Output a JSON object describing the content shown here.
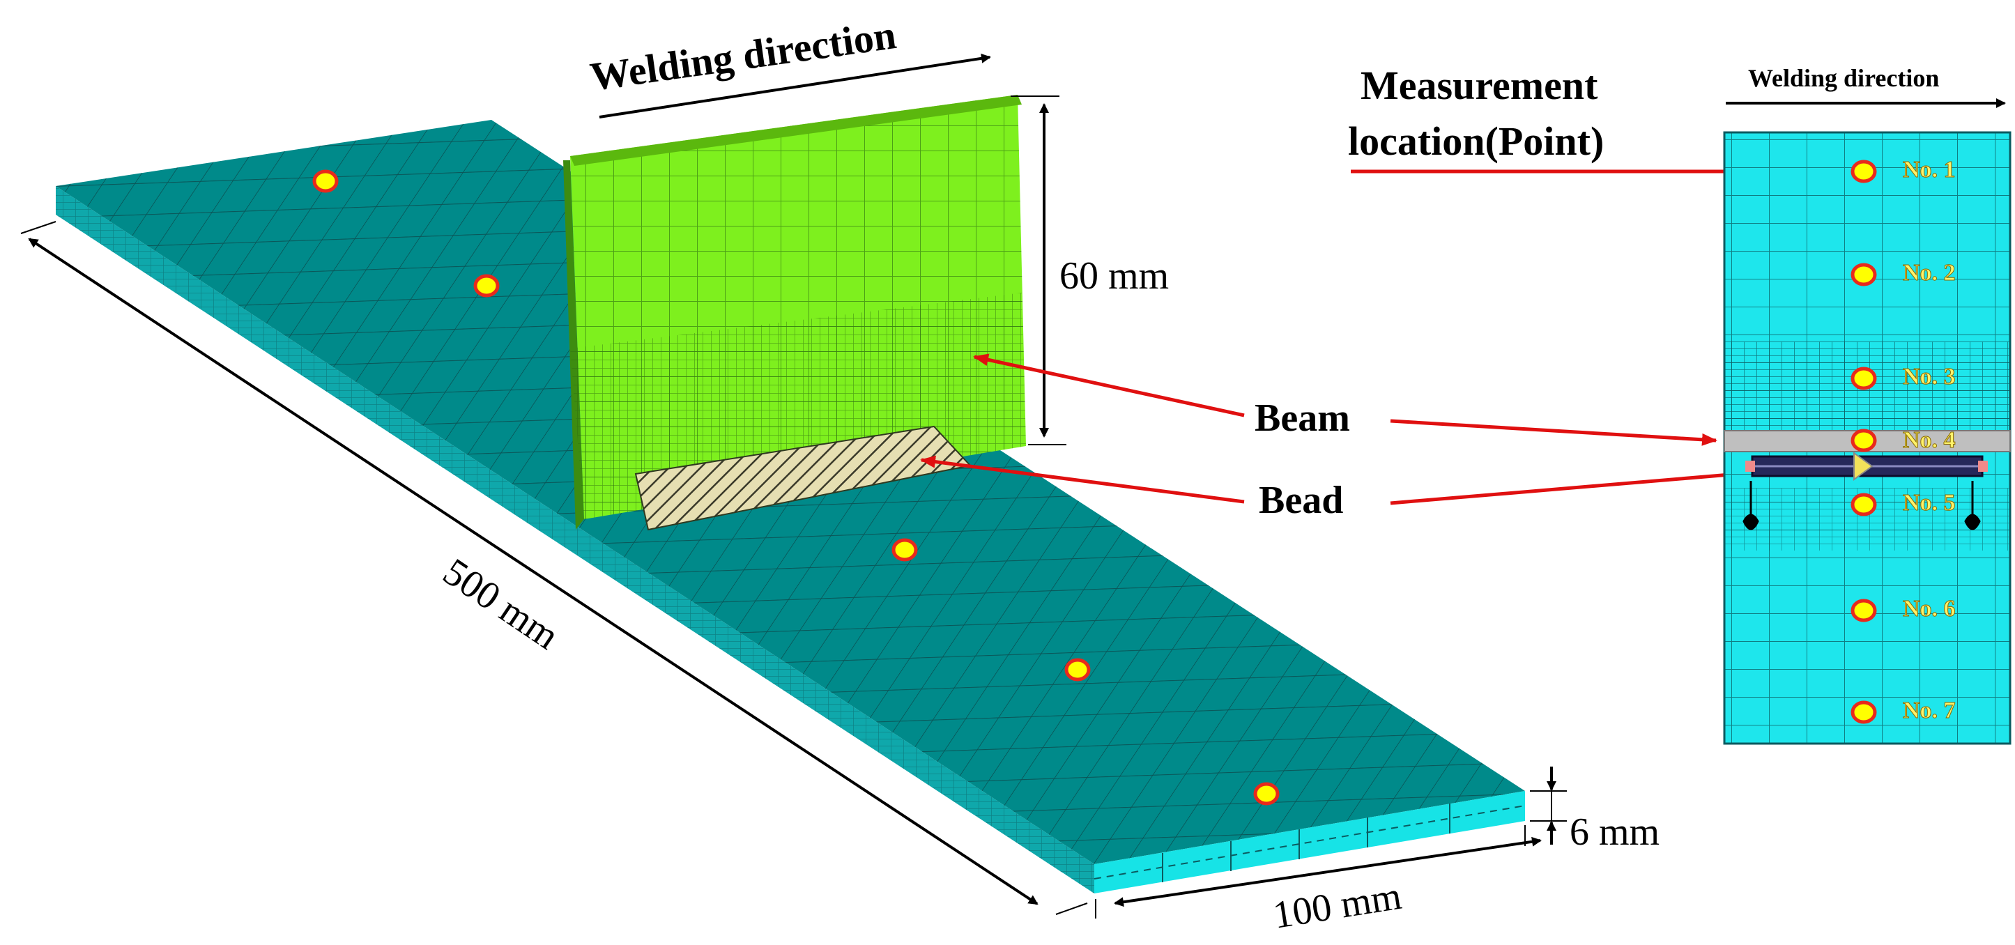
{
  "left_panel": {
    "welding_direction": "Welding direction",
    "height_label": "60 mm",
    "length_label": "500 mm",
    "width_label": "100 mm",
    "thickness_label": "6 mm",
    "beam_label": "Beam",
    "bead_label": "Bead"
  },
  "right_panel": {
    "welding_direction": "Welding direction",
    "measurement_title_line1": "Measurement",
    "measurement_title_line2": "location(Point)",
    "points": [
      "No. 1",
      "No. 2",
      "No. 3",
      "No. 4",
      "No. 5",
      "No. 6",
      "No. 7"
    ]
  },
  "colors": {
    "plate_top": "#008a8a",
    "plate_side": "#17e3e6",
    "web": "#7ef01e",
    "bead": "#e3dcae",
    "mesh_cyan": "#1ee6ec",
    "marker_fill": "#ffff00",
    "marker_ring": "#e8291c",
    "arrow_red": "#e01010",
    "label_yellow": "#fff26a"
  },
  "icons": [
    "measurement-point-marker",
    "dimension-arrow",
    "callout-arrow"
  ]
}
